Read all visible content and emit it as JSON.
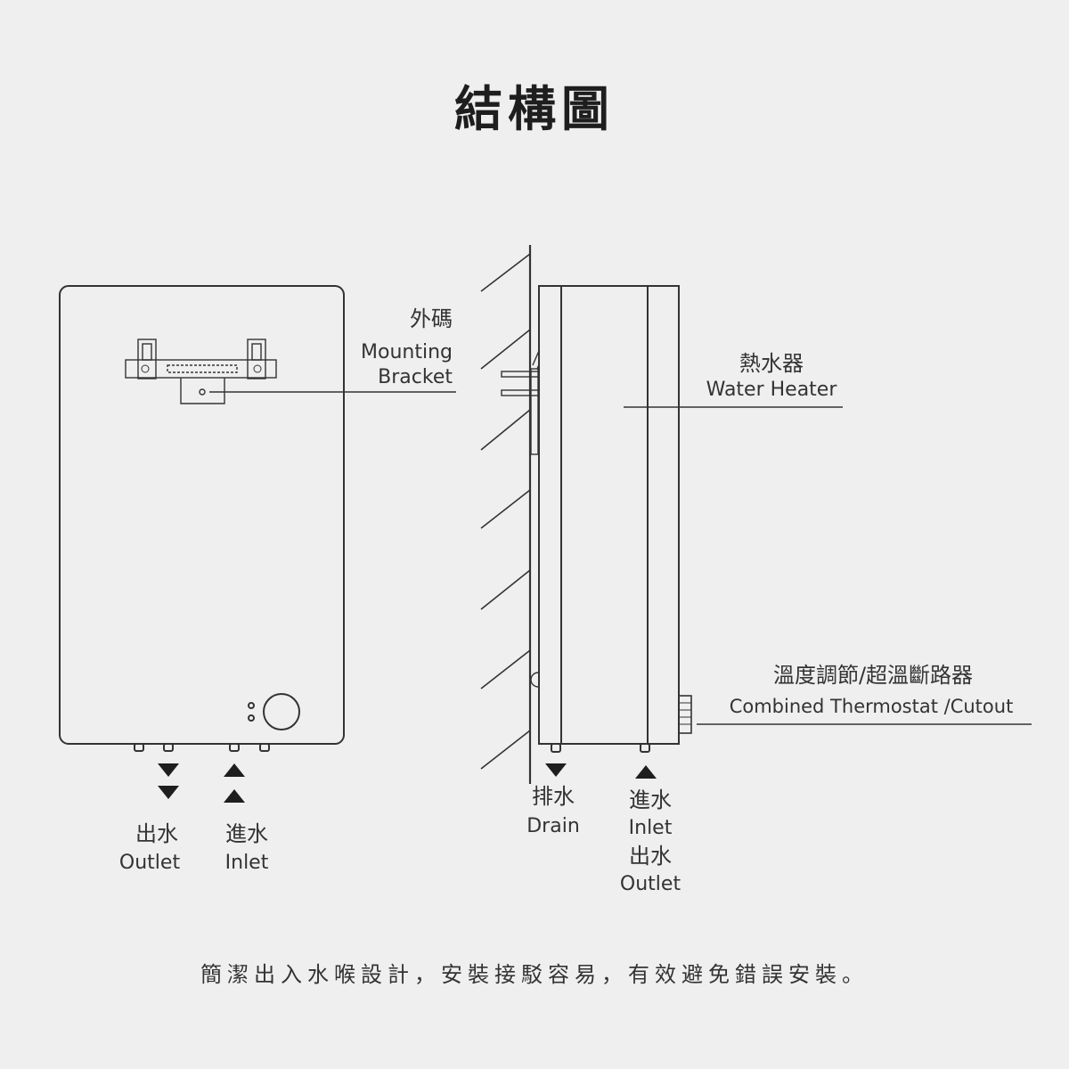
{
  "title": "結構圖",
  "labels": {
    "mounting_bracket_zh": "外碼",
    "mounting_bracket_en_1": "Mounting",
    "mounting_bracket_en_2": "Bracket",
    "water_heater_zh": "熱水器",
    "water_heater_en": "Water Heater",
    "thermostat_zh": "溫度調節/超溫斷路器",
    "thermostat_en": "Combined Thermostat /Cutout",
    "front_outlet_zh": "出水",
    "front_outlet_en": "Outlet",
    "front_inlet_zh": "進水",
    "front_inlet_en": "Inlet",
    "drain_zh": "排水",
    "drain_en": "Drain",
    "side_inlet_zh": "進水",
    "side_inlet_en": "Inlet",
    "side_outlet_zh": "出水",
    "side_outlet_en": "Outlet"
  },
  "caption": "簡潔出入水喉設計，安裝接駁容易，有效避免錯誤安裝。"
}
